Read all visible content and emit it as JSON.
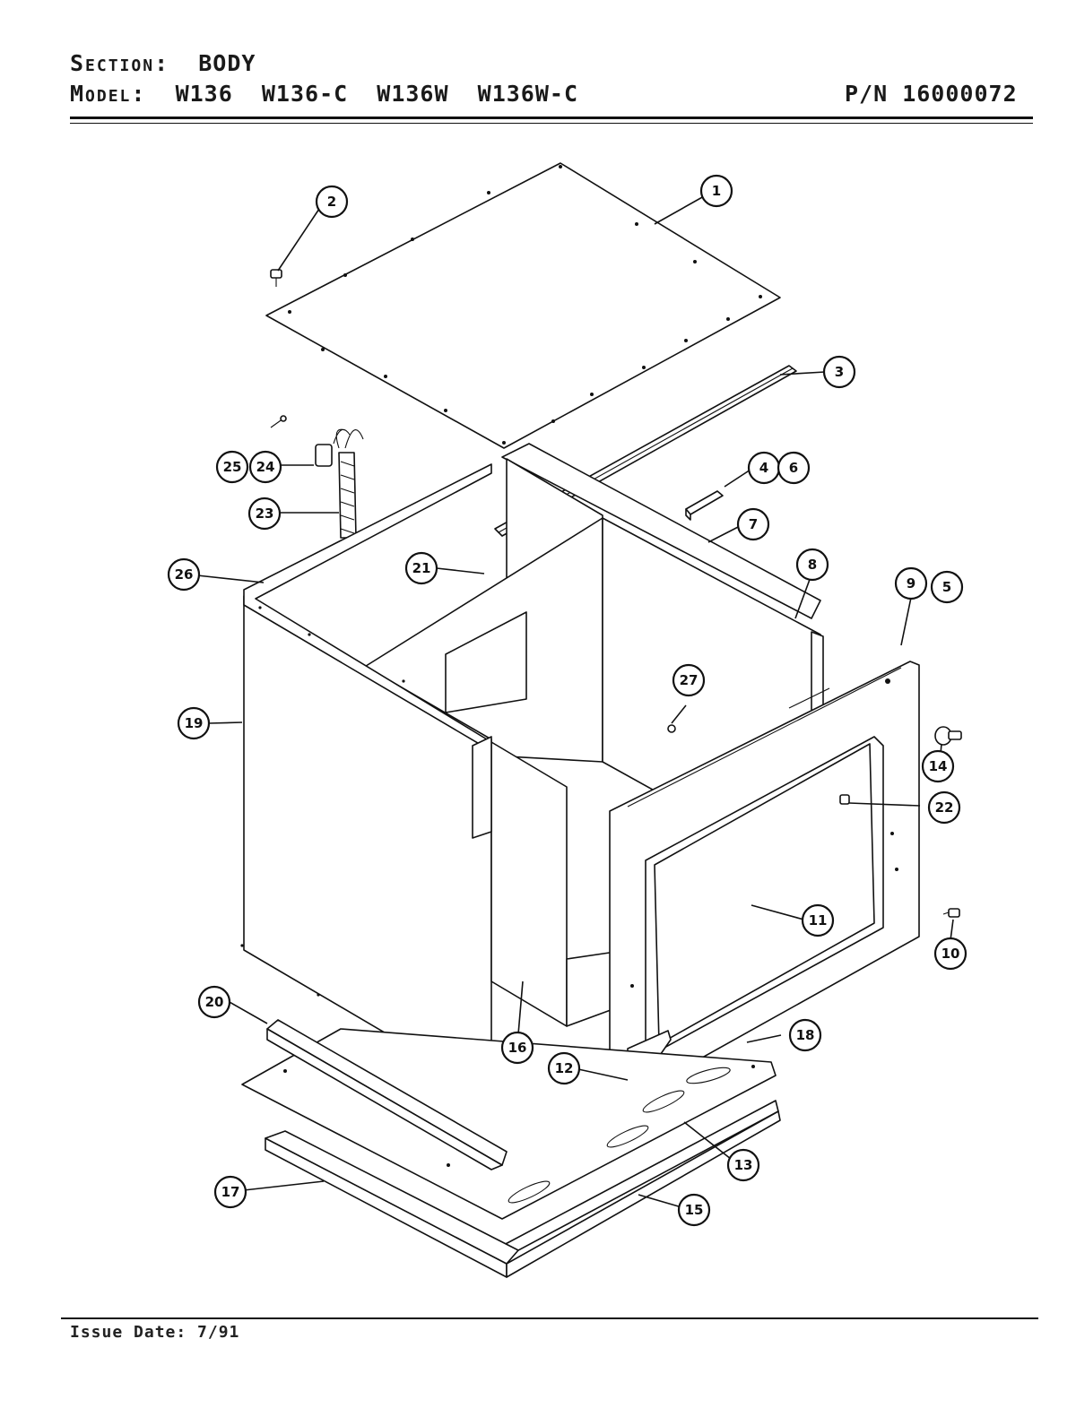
{
  "header": {
    "section_label": "Section:",
    "section_value": "BODY",
    "model_label": "Model:",
    "models": "W136  W136-C  W136W  W136W-C",
    "part_number": "P/N 16000072"
  },
  "footer": {
    "issue_date": "Issue Date: 7/91"
  },
  "callouts": [
    {
      "id": "1",
      "label": "1"
    },
    {
      "id": "2",
      "label": "2"
    },
    {
      "id": "3",
      "label": "3"
    },
    {
      "id": "4",
      "label": "4"
    },
    {
      "id": "5",
      "label": "5"
    },
    {
      "id": "6",
      "label": "6"
    },
    {
      "id": "7",
      "label": "7"
    },
    {
      "id": "8",
      "label": "8"
    },
    {
      "id": "9",
      "label": "9"
    },
    {
      "id": "10",
      "label": "10"
    },
    {
      "id": "11",
      "label": "11"
    },
    {
      "id": "12",
      "label": "12"
    },
    {
      "id": "13",
      "label": "13"
    },
    {
      "id": "14",
      "label": "14"
    },
    {
      "id": "15",
      "label": "15"
    },
    {
      "id": "16",
      "label": "16"
    },
    {
      "id": "17",
      "label": "17"
    },
    {
      "id": "18",
      "label": "18"
    },
    {
      "id": "19",
      "label": "19"
    },
    {
      "id": "20",
      "label": "20"
    },
    {
      "id": "21",
      "label": "21"
    },
    {
      "id": "22",
      "label": "22"
    },
    {
      "id": "23",
      "label": "23"
    },
    {
      "id": "24",
      "label": "24"
    },
    {
      "id": "25",
      "label": "25"
    },
    {
      "id": "26",
      "label": "26"
    },
    {
      "id": "27",
      "label": "27"
    }
  ]
}
